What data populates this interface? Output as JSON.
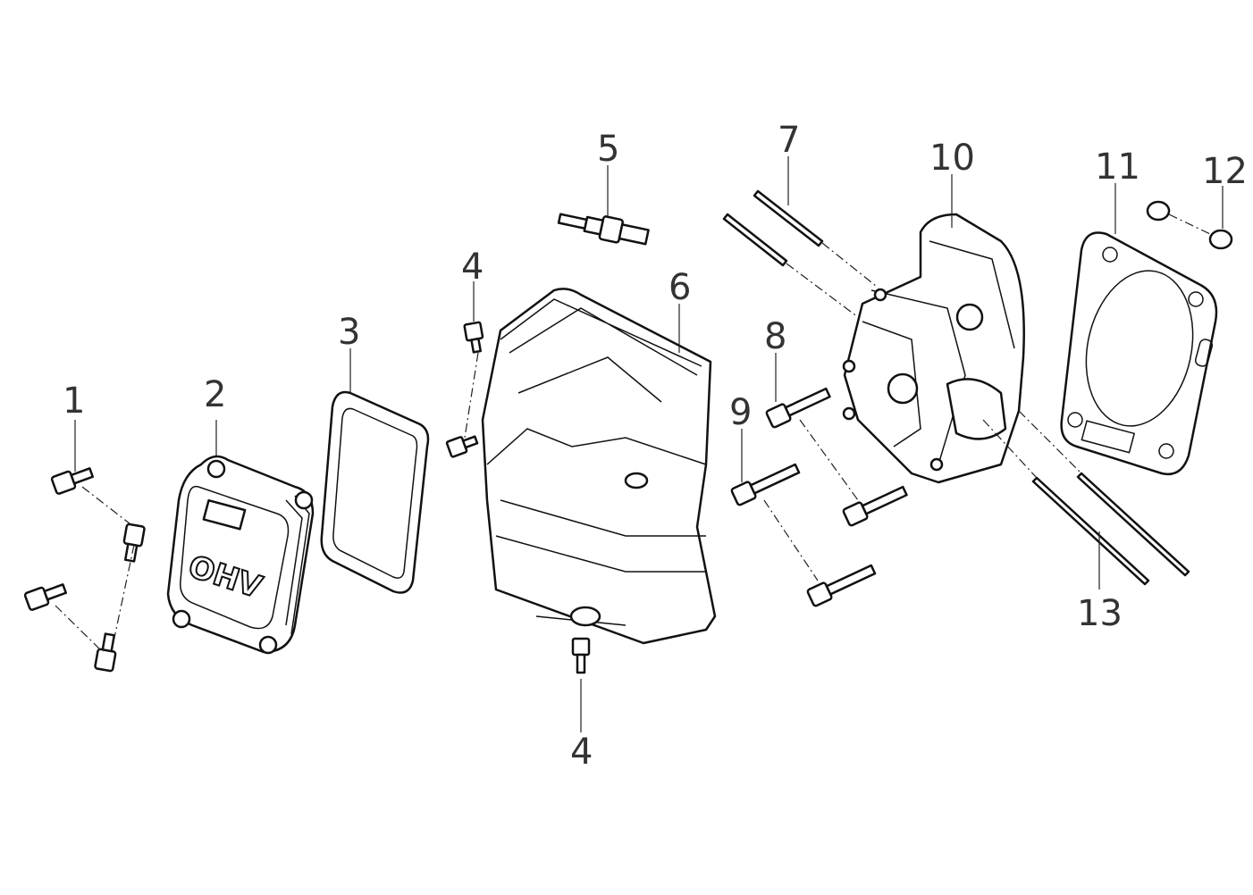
{
  "diagram": {
    "title": "Cylinder head exploded parts diagram",
    "cover_marking": "OHV",
    "callouts": [
      "1",
      "2",
      "3",
      "4",
      "5",
      "6",
      "7",
      "8",
      "9",
      "10",
      "11",
      "12",
      "13",
      "4"
    ]
  }
}
